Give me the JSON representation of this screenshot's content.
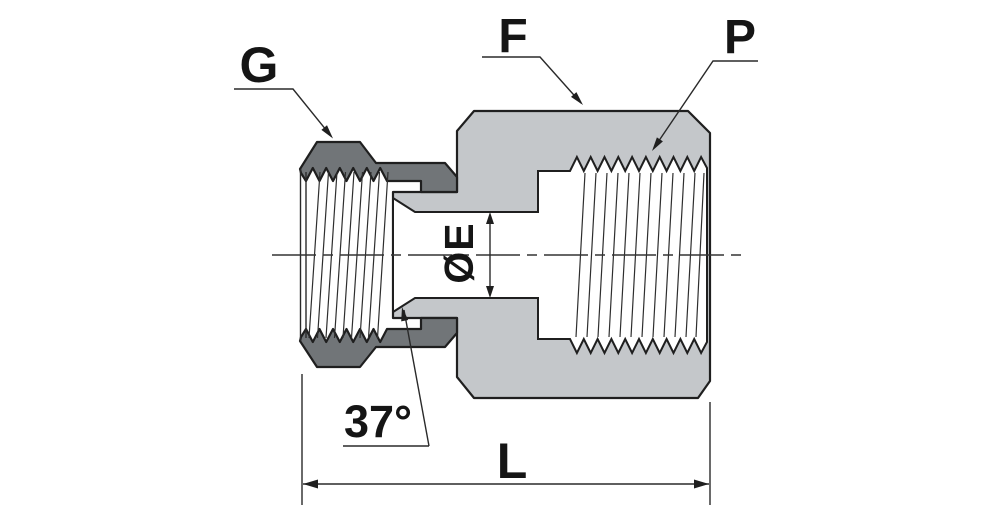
{
  "drawing": {
    "type": "technical-cross-section",
    "labels": {
      "nut_thread": "G",
      "body_flat": "F",
      "pipe_thread": "P",
      "bore_diameter": "ØE",
      "flare_angle": "37°",
      "overall_length": "L"
    },
    "colors": {
      "nut_fill": "#717578",
      "body_fill": "#c4c7ca",
      "outline": "#1f1f1f",
      "background": "#ffffff"
    }
  }
}
